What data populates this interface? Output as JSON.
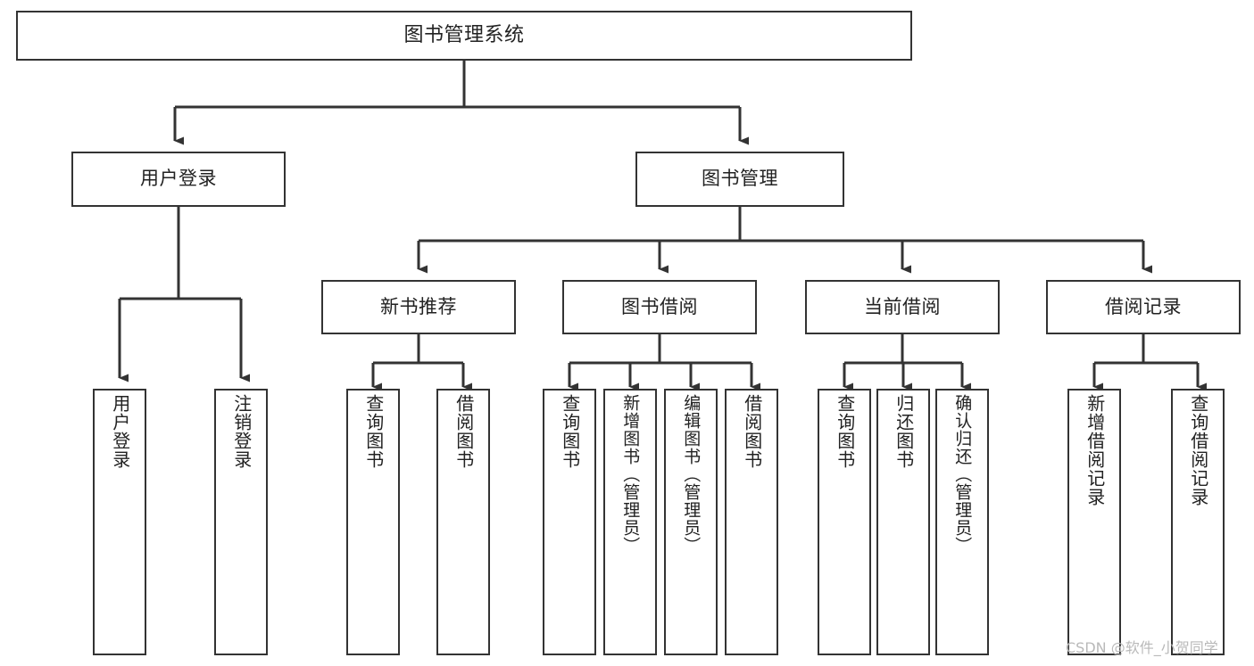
{
  "diagram": {
    "type": "hierarchy-tree",
    "title": "图书管理系统",
    "watermark": "CSDN @软件_小贺同学",
    "colors": {
      "background": "#ffffff",
      "box_border": "#333333",
      "box_fill": "#ffffff",
      "connector": "#333333",
      "text": "#222222",
      "watermark": "#b9b9b9"
    },
    "root": {
      "label": "图书管理系统",
      "orientation": "horizontal"
    },
    "level1": [
      {
        "label": "用户登录",
        "orientation": "horizontal"
      },
      {
        "label": "图书管理",
        "orientation": "horizontal"
      }
    ],
    "level2": [
      {
        "label": "新书推荐",
        "orientation": "horizontal",
        "parent": "图书管理"
      },
      {
        "label": "图书借阅",
        "orientation": "horizontal",
        "parent": "图书管理"
      },
      {
        "label": "当前借阅",
        "orientation": "horizontal",
        "parent": "图书管理"
      },
      {
        "label": "借阅记录",
        "orientation": "horizontal",
        "parent": "图书管理"
      }
    ],
    "leaves": {
      "user_login": [
        {
          "label": "用户登录",
          "orientation": "vertical"
        },
        {
          "label": "注销登录",
          "orientation": "vertical"
        }
      ],
      "new_book_recommend": [
        {
          "label": "查询图书",
          "orientation": "vertical"
        },
        {
          "label": "借阅图书",
          "orientation": "vertical"
        }
      ],
      "book_borrow": [
        {
          "label": "查询图书",
          "orientation": "vertical"
        },
        {
          "label": "新增图书（管理员）",
          "orientation": "vertical"
        },
        {
          "label": "编辑图书（管理员）",
          "orientation": "vertical"
        },
        {
          "label": "借阅图书",
          "orientation": "vertical"
        }
      ],
      "current_borrow": [
        {
          "label": "查询图书",
          "orientation": "vertical"
        },
        {
          "label": "归还图书",
          "orientation": "vertical"
        },
        {
          "label": "确认归还（管理员）",
          "orientation": "vertical"
        }
      ],
      "borrow_record": [
        {
          "label": "新增借阅记录",
          "orientation": "vertical"
        },
        {
          "label": "查询借阅记录",
          "orientation": "vertical"
        }
      ]
    }
  }
}
